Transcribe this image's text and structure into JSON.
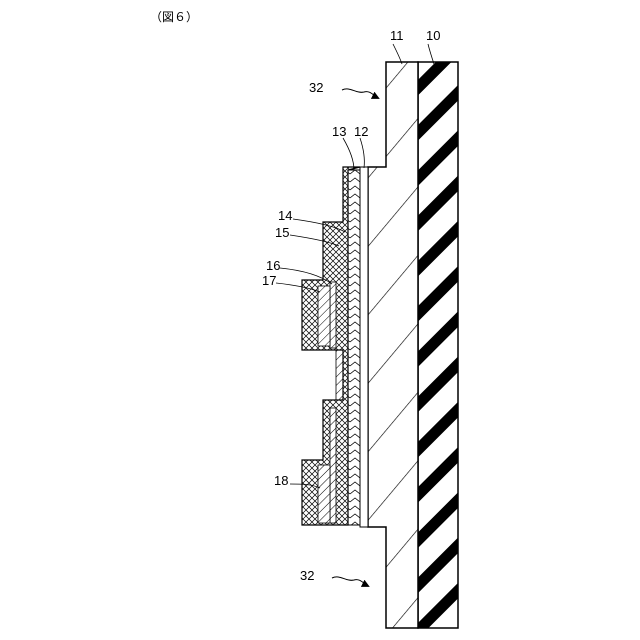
{
  "figure": {
    "caption": "（図６）",
    "labels": {
      "l10": "10",
      "l11": "11",
      "l12": "12",
      "l13": "13",
      "l14": "14",
      "l15": "15",
      "l16": "16",
      "l17": "17",
      "l18": "18",
      "l32_top": "32",
      "l32_bottom": "32"
    }
  }
}
